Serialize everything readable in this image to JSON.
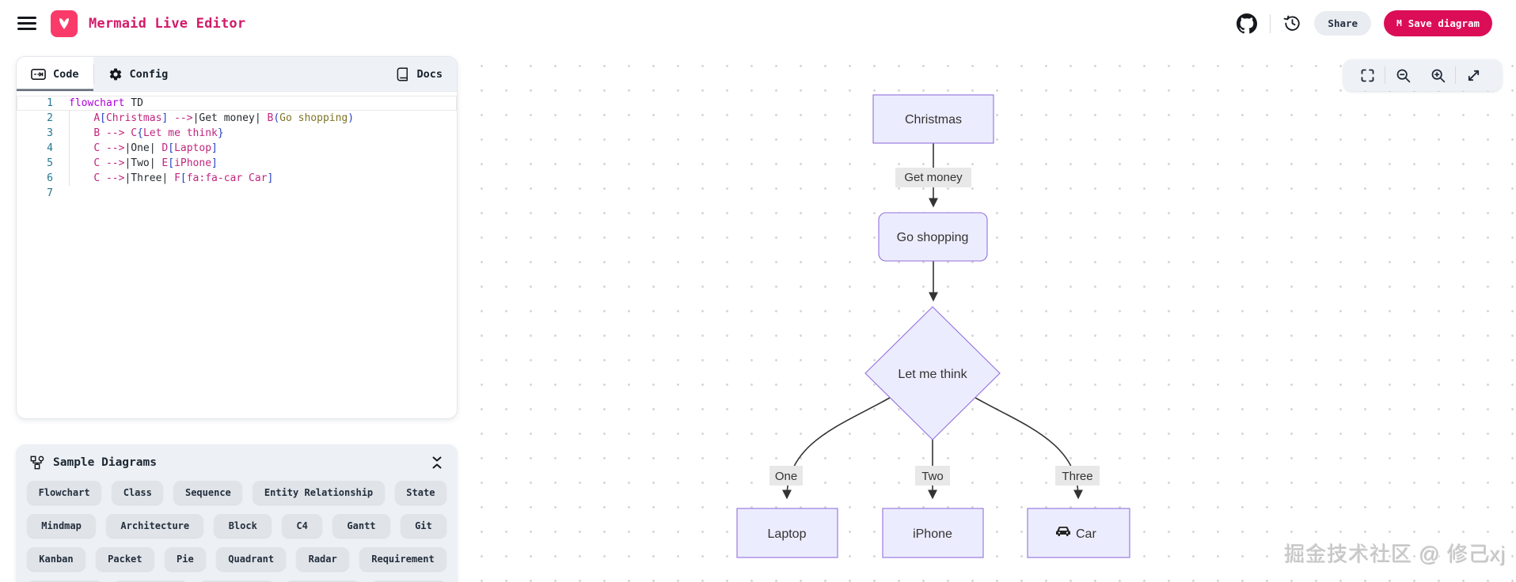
{
  "theme": {
    "brand": "#d21b69",
    "logo": "#fa3b69",
    "save_bg": "#dc0d57",
    "linenum": "#237893",
    "code_kw": "#af00db",
    "code_id": "#c0267e",
    "code_br": "#2643c4",
    "code_str": "#7e7425",
    "code_pl": "#24292e",
    "node_fill": "#ECECFF",
    "node_border": "#9370DB",
    "edge": "#333333",
    "label_bg": "#e8e8e8"
  },
  "header": {
    "title": "Mermaid Live Editor",
    "share_label": "Share",
    "save_label": "Save diagram"
  },
  "panel_tabs": {
    "code": "Code",
    "config": "Config",
    "docs": "Docs"
  },
  "editor": {
    "active_line": 1,
    "lines": [
      {
        "num": 1,
        "tokens": [
          {
            "t": "flowchart",
            "c": "kw"
          },
          {
            "t": " TD",
            "c": "pl"
          }
        ]
      },
      {
        "num": 2,
        "tokens": [
          {
            "t": "    ",
            "c": "pl"
          },
          {
            "t": "A",
            "c": "id"
          },
          {
            "t": "[",
            "c": "br"
          },
          {
            "t": "Christmas",
            "c": "id"
          },
          {
            "t": "]",
            "c": "br"
          },
          {
            "t": " ",
            "c": "pl"
          },
          {
            "t": "-->",
            "c": "id"
          },
          {
            "t": "|",
            "c": "pl"
          },
          {
            "t": "Get money",
            "c": "pl"
          },
          {
            "t": "| ",
            "c": "pl"
          },
          {
            "t": "B",
            "c": "id"
          },
          {
            "t": "(",
            "c": "br"
          },
          {
            "t": "Go shopping",
            "c": "str"
          },
          {
            "t": ")",
            "c": "br"
          }
        ]
      },
      {
        "num": 3,
        "tokens": [
          {
            "t": "    ",
            "c": "pl"
          },
          {
            "t": "B",
            "c": "id"
          },
          {
            "t": " ",
            "c": "pl"
          },
          {
            "t": "-->",
            "c": "id"
          },
          {
            "t": " ",
            "c": "pl"
          },
          {
            "t": "C",
            "c": "id"
          },
          {
            "t": "{",
            "c": "br"
          },
          {
            "t": "Let me think",
            "c": "id"
          },
          {
            "t": "}",
            "c": "br"
          }
        ]
      },
      {
        "num": 4,
        "tokens": [
          {
            "t": "    ",
            "c": "pl"
          },
          {
            "t": "C",
            "c": "id"
          },
          {
            "t": " ",
            "c": "pl"
          },
          {
            "t": "-->",
            "c": "id"
          },
          {
            "t": "|",
            "c": "pl"
          },
          {
            "t": "One",
            "c": "pl"
          },
          {
            "t": "| ",
            "c": "pl"
          },
          {
            "t": "D",
            "c": "id"
          },
          {
            "t": "[",
            "c": "br"
          },
          {
            "t": "Laptop",
            "c": "id"
          },
          {
            "t": "]",
            "c": "br"
          }
        ]
      },
      {
        "num": 5,
        "tokens": [
          {
            "t": "    ",
            "c": "pl"
          },
          {
            "t": "C",
            "c": "id"
          },
          {
            "t": " ",
            "c": "pl"
          },
          {
            "t": "-->",
            "c": "id"
          },
          {
            "t": "|",
            "c": "pl"
          },
          {
            "t": "Two",
            "c": "pl"
          },
          {
            "t": "| ",
            "c": "pl"
          },
          {
            "t": "E",
            "c": "id"
          },
          {
            "t": "[",
            "c": "br"
          },
          {
            "t": "iPhone",
            "c": "id"
          },
          {
            "t": "]",
            "c": "br"
          }
        ]
      },
      {
        "num": 6,
        "tokens": [
          {
            "t": "    ",
            "c": "pl"
          },
          {
            "t": "C",
            "c": "id"
          },
          {
            "t": " ",
            "c": "pl"
          },
          {
            "t": "-->",
            "c": "id"
          },
          {
            "t": "|",
            "c": "pl"
          },
          {
            "t": "Three",
            "c": "pl"
          },
          {
            "t": "| ",
            "c": "pl"
          },
          {
            "t": "F",
            "c": "id"
          },
          {
            "t": "[",
            "c": "br"
          },
          {
            "t": "fa:fa-car Car",
            "c": "id"
          },
          {
            "t": "]",
            "c": "br"
          }
        ]
      },
      {
        "num": 7,
        "tokens": []
      }
    ]
  },
  "samples": {
    "title": "Sample Diagrams",
    "rows": [
      [
        "Flowchart",
        "Class",
        "Sequence",
        "Entity Relationship",
        "State"
      ],
      [
        "Mindmap",
        "Architecture",
        "Block",
        "C4",
        "Gantt",
        "Git"
      ],
      [
        "Kanban",
        "Packet",
        "Pie",
        "Quadrant",
        "Radar",
        "Requirement"
      ]
    ],
    "partial_row_count": 5
  },
  "canvas": {
    "toolbar_icons": [
      "fullscreen",
      "zoom-out",
      "zoom-in",
      "expand"
    ],
    "watermark": "掘金技术社区 @ 修己xj"
  },
  "diagram": {
    "type": "flowchart",
    "direction": "TD",
    "nodes": {
      "a": {
        "id": "A",
        "label": "Christmas",
        "shape": "rect"
      },
      "b": {
        "id": "B",
        "label": "Go shopping",
        "shape": "rounded"
      },
      "c": {
        "id": "C",
        "label": "Let me think",
        "shape": "diamond"
      },
      "d": {
        "id": "D",
        "label": "Laptop",
        "shape": "rect"
      },
      "e": {
        "id": "E",
        "label": "iPhone",
        "shape": "rect"
      },
      "f": {
        "id": "F",
        "label": "Car",
        "shape": "rect",
        "icon": "car"
      }
    },
    "edges": [
      {
        "from": "A",
        "to": "B",
        "label": "Get money"
      },
      {
        "from": "B",
        "to": "C",
        "label": ""
      },
      {
        "from": "C",
        "to": "D",
        "label": "One"
      },
      {
        "from": "C",
        "to": "E",
        "label": "Two"
      },
      {
        "from": "C",
        "to": "F",
        "label": "Three"
      }
    ]
  }
}
